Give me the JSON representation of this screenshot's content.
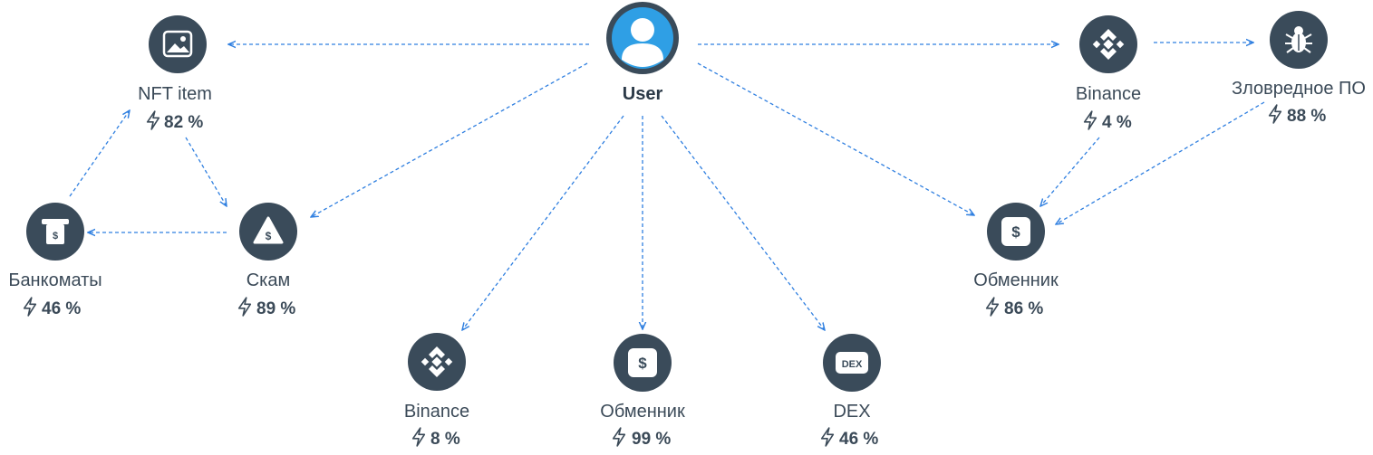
{
  "colors": {
    "node_fill": "#3a4b5a",
    "user_fill": "#2f9fe5",
    "edge": "#2f7fe0",
    "text": "#3b4a58"
  },
  "nodes": [
    {
      "id": "user",
      "label": "User",
      "icon": "user-avatar-icon",
      "score": null
    },
    {
      "id": "nft",
      "label": "NFT item",
      "icon": "image-icon",
      "score": "82 %"
    },
    {
      "id": "scam",
      "label": "Скам",
      "icon": "warning-dollar-icon",
      "score": "89 %"
    },
    {
      "id": "atm",
      "label": "Банкоматы",
      "icon": "atm-icon",
      "score": "46 %"
    },
    {
      "id": "binance_bottom",
      "label": "Binance",
      "icon": "binance-icon",
      "score": "8 %"
    },
    {
      "id": "exchanger_bottom",
      "label": "Обменник",
      "icon": "dollar-icon",
      "score": "99 %"
    },
    {
      "id": "dex",
      "label": "DEX",
      "icon": "dex-icon",
      "score": "46 %"
    },
    {
      "id": "binance_top",
      "label": "Binance",
      "icon": "binance-icon",
      "score": "4 %"
    },
    {
      "id": "malware",
      "label": "Зловредное ПО",
      "icon": "bug-icon",
      "score": "88 %"
    },
    {
      "id": "exchanger_right",
      "label": "Обменник",
      "icon": "dollar-icon",
      "score": "86 %"
    }
  ],
  "edges": [
    {
      "from": "user",
      "to": "nft"
    },
    {
      "from": "user",
      "to": "scam"
    },
    {
      "from": "user",
      "to": "binance_bottom"
    },
    {
      "from": "user",
      "to": "exchanger_bottom"
    },
    {
      "from": "user",
      "to": "dex"
    },
    {
      "from": "user",
      "to": "exchanger_right"
    },
    {
      "from": "user",
      "to": "binance_top"
    },
    {
      "from": "binance_top",
      "to": "malware"
    },
    {
      "from": "binance_top",
      "to": "exchanger_right"
    },
    {
      "from": "malware",
      "to": "exchanger_right"
    },
    {
      "from": "nft",
      "to": "scam"
    },
    {
      "from": "scam",
      "to": "atm"
    },
    {
      "from": "atm",
      "to": "nft"
    }
  ]
}
